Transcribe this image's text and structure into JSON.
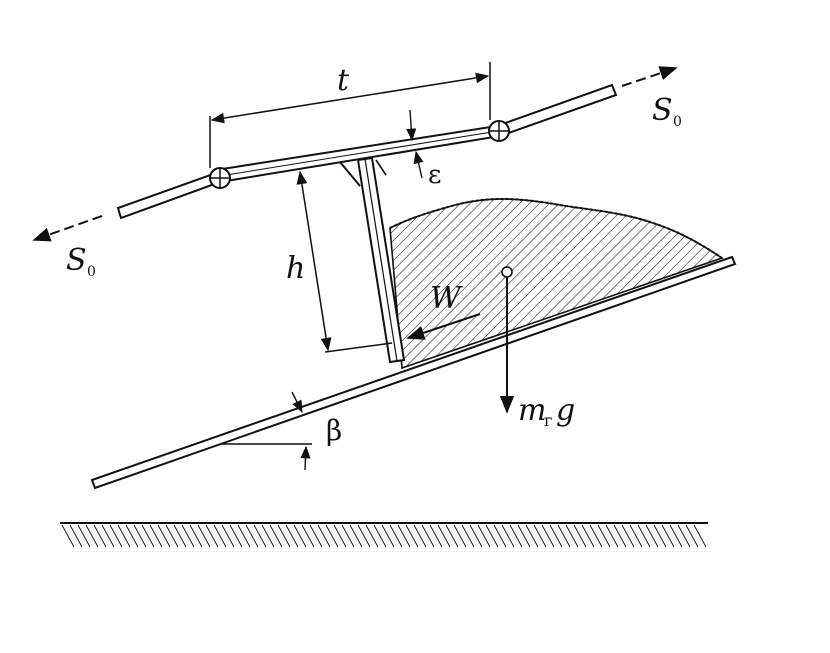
{
  "labels": {
    "pitch": "t",
    "height": "h",
    "resistance": "W",
    "angle_chain": "ε",
    "angle_slope": "β",
    "tension_left_main": "S",
    "tension_left_sub": "0",
    "tension_right_main": "S",
    "tension_right_sub": "0",
    "gravity_m": "m",
    "gravity_sub": "г",
    "gravity_g": "g"
  },
  "colors": {
    "ink": "#111111",
    "hatch": "#222222",
    "background": "#ffffff"
  }
}
